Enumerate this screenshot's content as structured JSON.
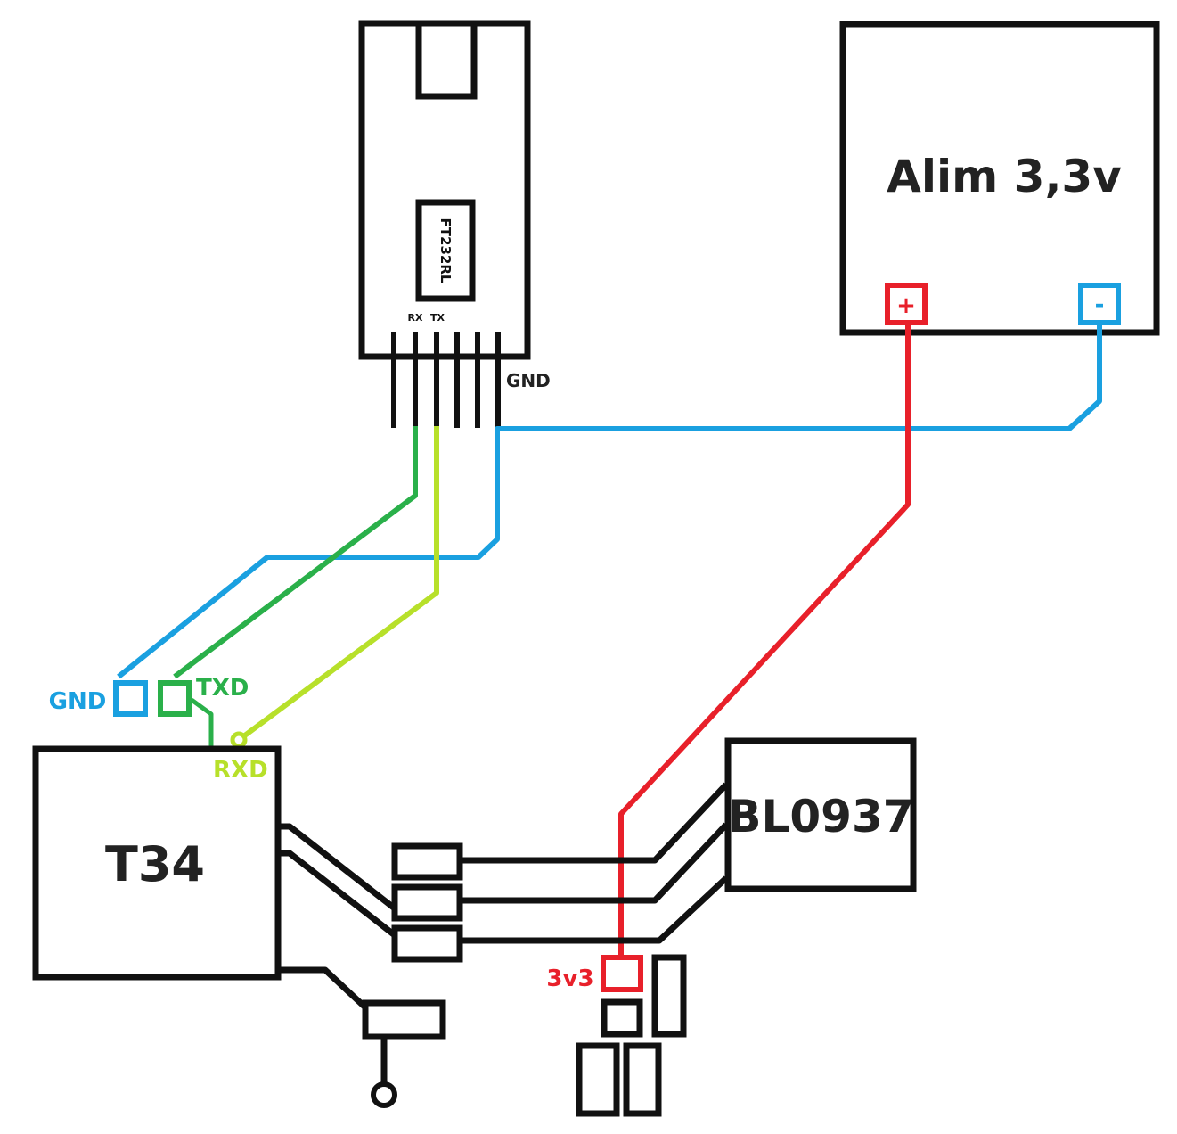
{
  "colors": {
    "outline": "#111111",
    "gnd_wire": "#1aa0e0",
    "txd_wire": "#2ab04a",
    "rxd_wire": "#b7e02a",
    "power_wire": "#e8202a"
  },
  "ft232": {
    "chip_label": "FT232RL",
    "rx_label": "RX",
    "tx_label": "TX",
    "gnd_label": "GND"
  },
  "alim": {
    "title": "Alim 3,3v",
    "plus_label": "+",
    "minus_label": "-"
  },
  "t34": {
    "title": "T34",
    "gnd_label": "GND",
    "txd_label": "TXD",
    "rxd_label": "RXD"
  },
  "bl0937": {
    "title": "BL0937"
  },
  "power": {
    "pad_label": "3v3"
  }
}
